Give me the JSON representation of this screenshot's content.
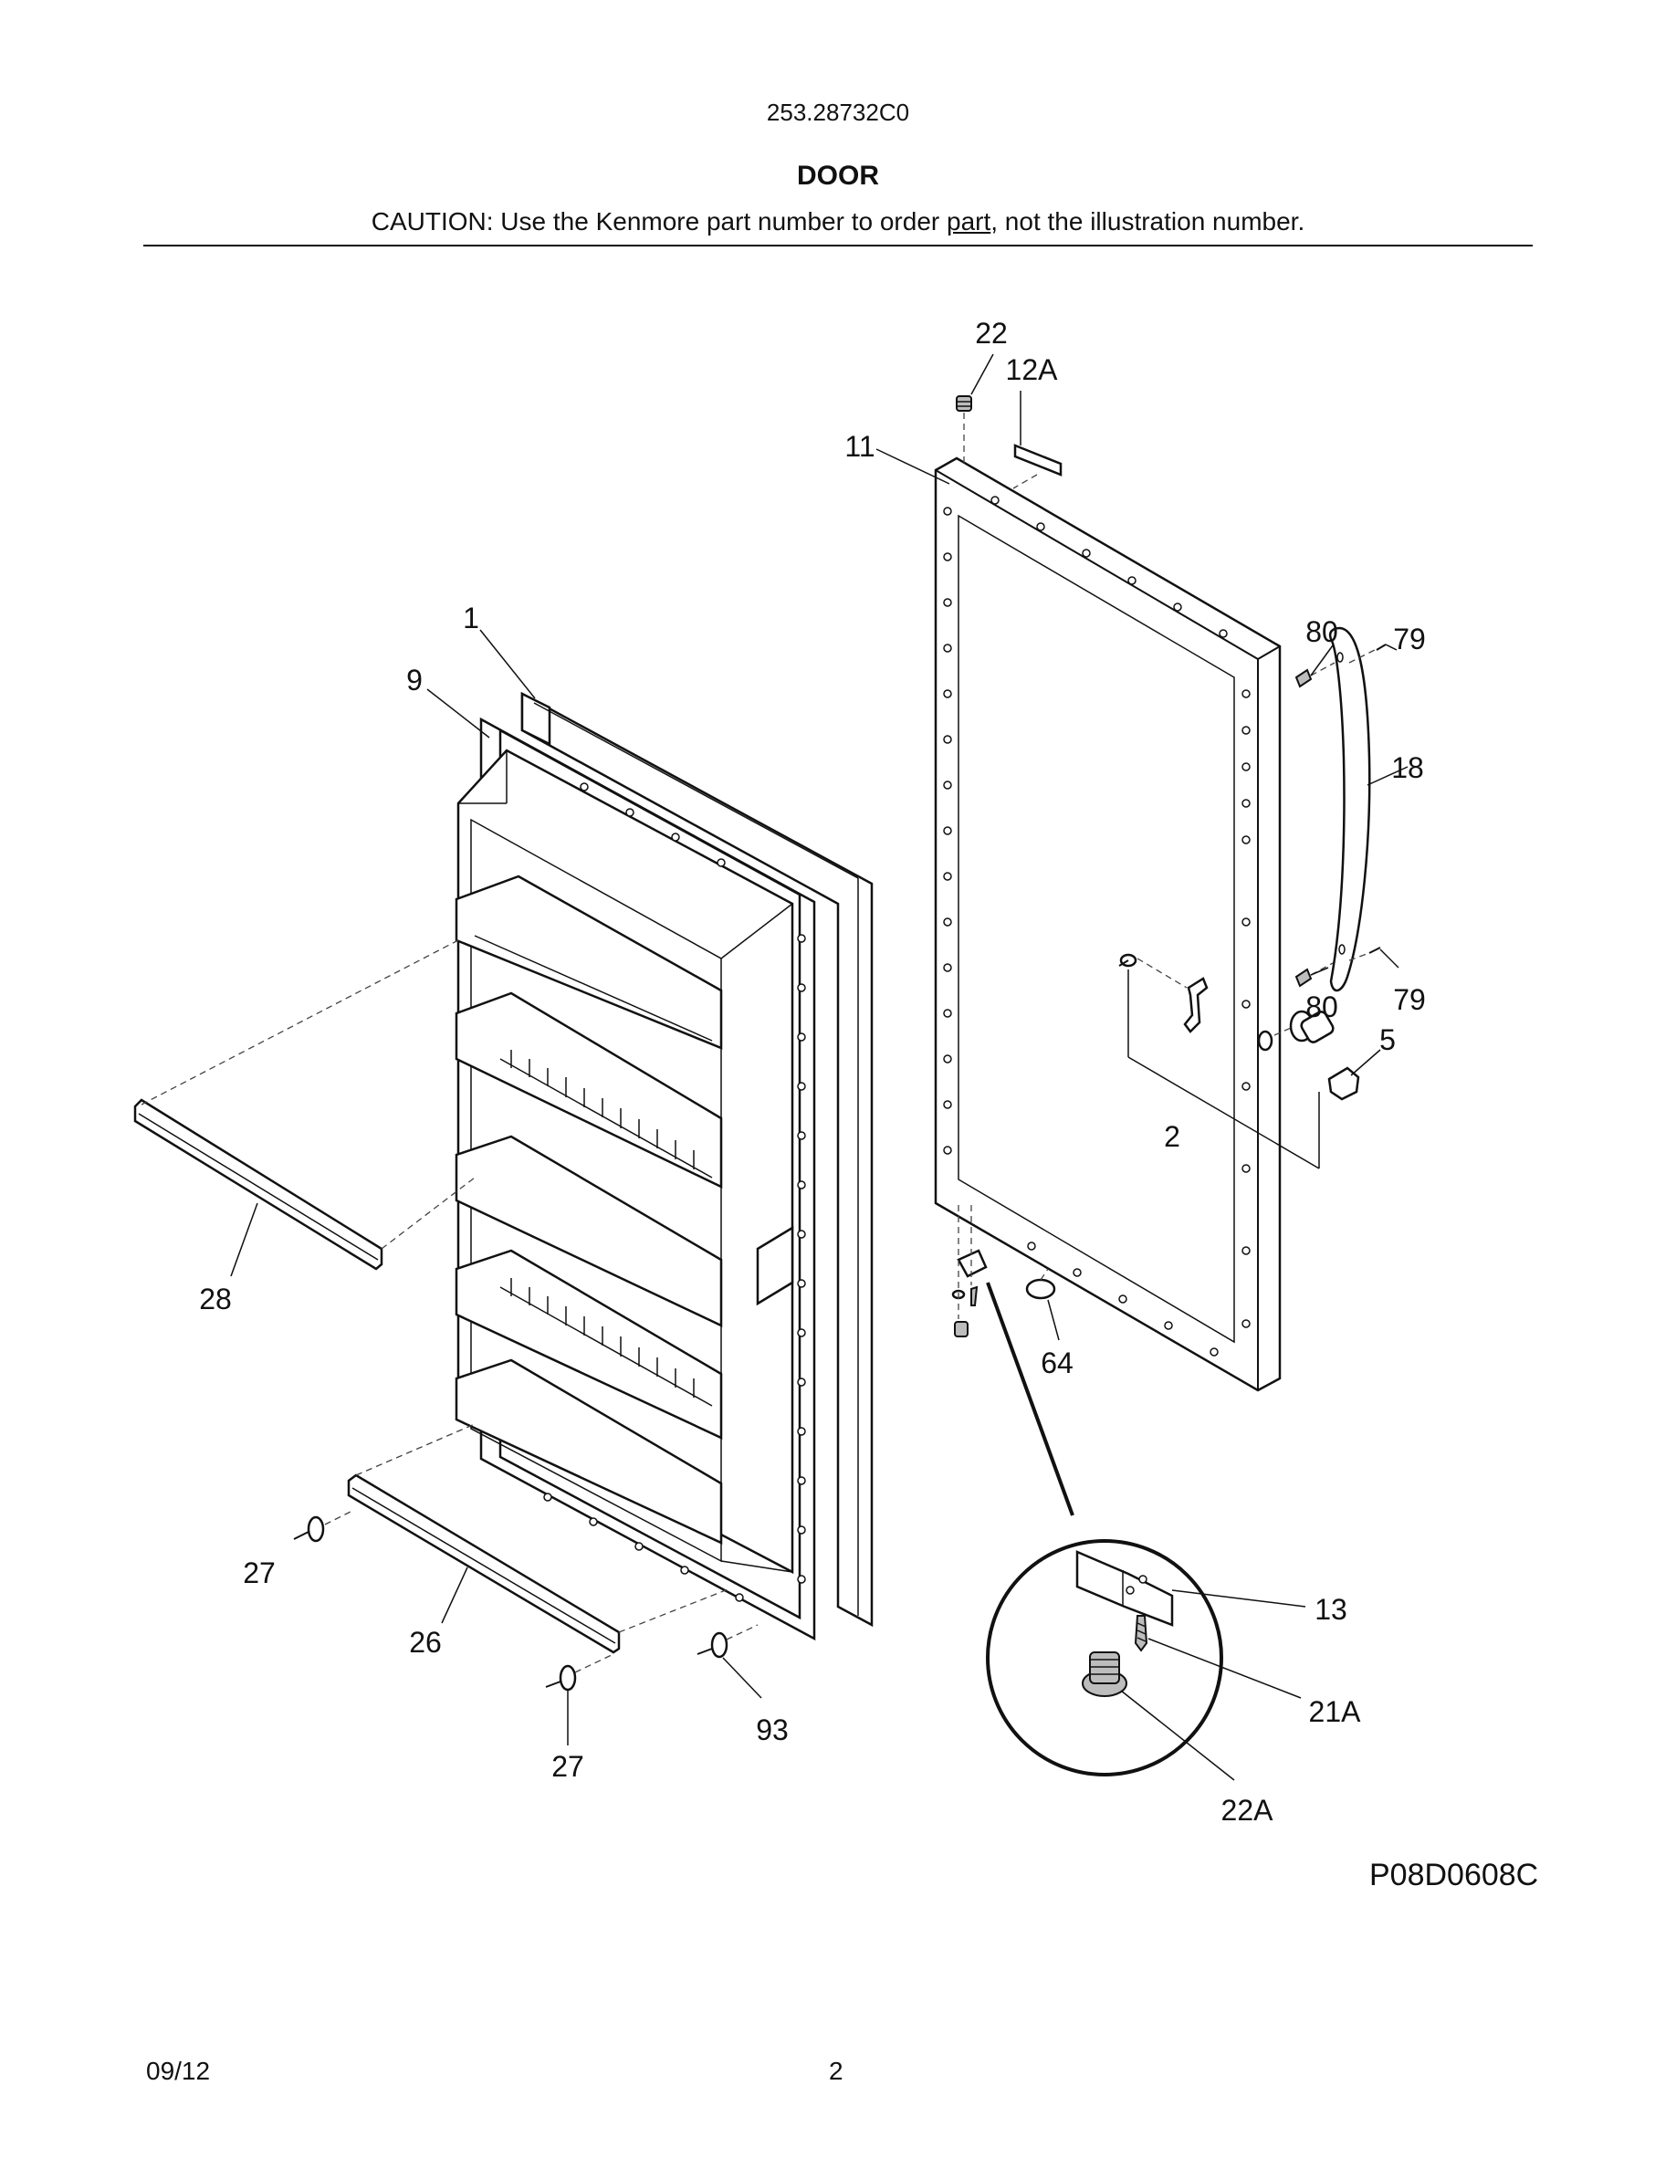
{
  "header": {
    "model_number": "253.28732C0",
    "section_title": "DOOR",
    "caution_prefix": "CAUTION: Use the Kenmore part number to order ",
    "caution_underlined": "part",
    "caution_suffix": ", not the illustration number."
  },
  "callouts": {
    "c1": "1",
    "c9": "9",
    "c11": "11",
    "c12A": "12A",
    "c22": "22",
    "c80a": "80",
    "c79a": "79",
    "c18": "18",
    "c80b": "80",
    "c79b": "79",
    "c5": "5",
    "c2": "2",
    "c28": "28",
    "c64": "64",
    "c27a": "27",
    "c26": "26",
    "c27b": "27",
    "c93": "93",
    "c13": "13",
    "c21A": "21A",
    "c22A": "22A"
  },
  "figure_code": "P08D0608C",
  "footer": {
    "date": "09/12",
    "page_number": "2"
  }
}
